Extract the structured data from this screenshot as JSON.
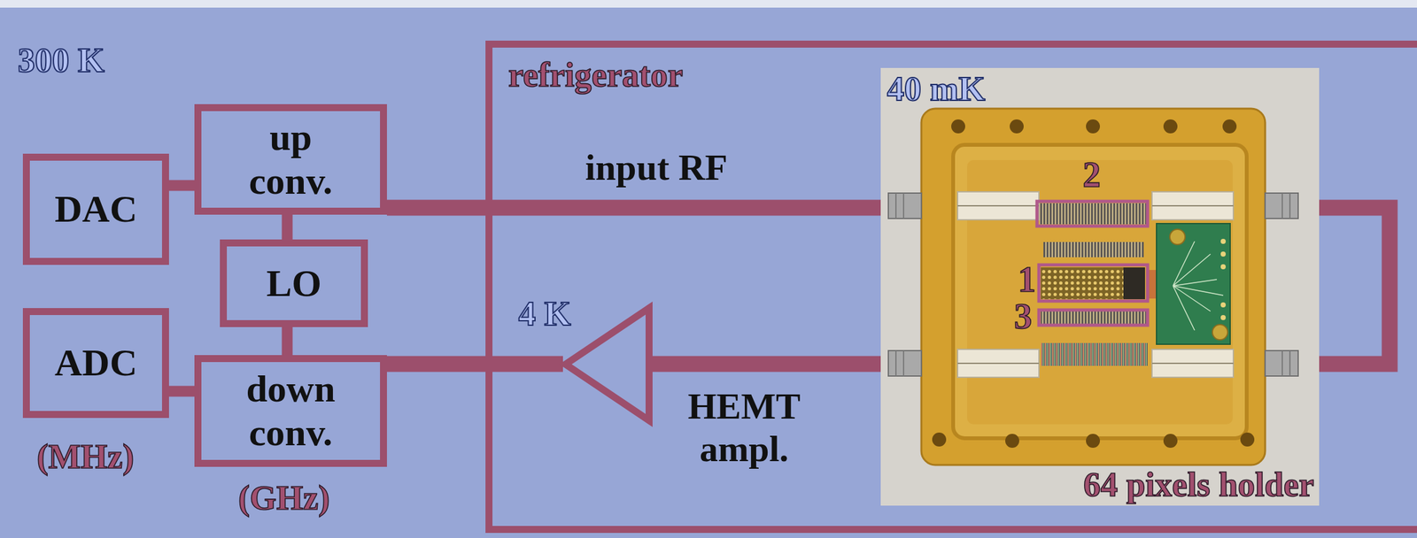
{
  "diagram": {
    "nodes": [
      {
        "text": [
          "DAC"
        ]
      },
      {
        "text": [
          "up conv."
        ]
      },
      {
        "text": [
          "LO"
        ]
      },
      {
        "text": [
          "ADC"
        ]
      },
      {
        "text": [
          "down conv."
        ]
      },
      {
        "text": [
          "refrigerator"
        ]
      },
      {
        "text": [
          "HEMT ampl."
        ],
        "in": 5
      },
      {
        "text": [
          "40 mK",
          "64 pixels holder"
        ],
        "in": 5
      }
    ],
    "edges": [
      {
        "from": 0,
        "to": 1,
        "arrow": "none"
      },
      {
        "from": 2,
        "to": 1,
        "arrow": "none"
      },
      {
        "from": 2,
        "to": 4,
        "arrow": "none"
      },
      {
        "from": 3,
        "to": 4,
        "arrow": "none"
      },
      {
        "from": 1,
        "to": 7,
        "label": "input RF",
        "arrow": "none"
      },
      {
        "from": 7,
        "to": 6,
        "arrow": "none"
      },
      {
        "from": 6,
        "to": 4,
        "arrow": "none"
      }
    ],
    "labels": [
      "300 K",
      "(MHz)",
      "(GHz)",
      "4 K",
      "2",
      "1",
      "3"
    ]
  }
}
